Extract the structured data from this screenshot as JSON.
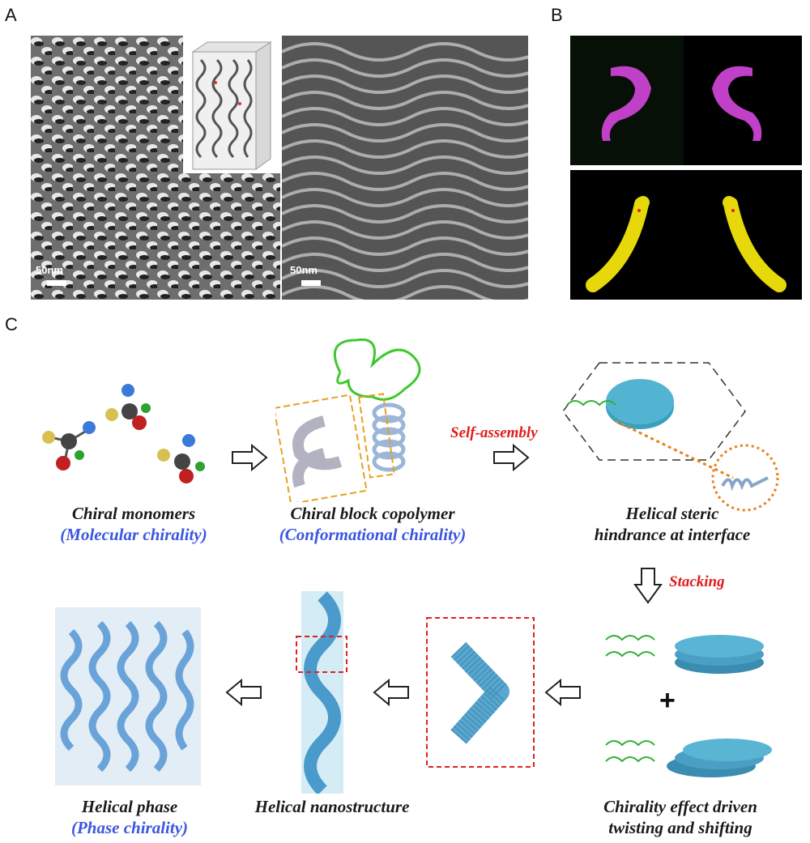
{
  "panels": {
    "a": "A",
    "b": "B",
    "c": "C"
  },
  "panel_a": {
    "scale_left": "50nm",
    "scale_right": "50nm"
  },
  "panel_c": {
    "chiral_monomers": "Chiral monomers",
    "molecular_chirality": "(Molecular chirality)",
    "block_copolymer": "Chiral block copolymer",
    "conformational_chirality": "(Conformational chirality)",
    "self_assembly": "Self-assembly",
    "steric_line1": "Helical steric",
    "steric_line2": "hindrance at interface",
    "stacking": "Stacking",
    "twist_line1": "Chirality effect driven",
    "twist_line2": "twisting and shifting",
    "nanostructure": "Helical nanostructure",
    "helical_phase": "Helical phase",
    "phase_chirality": "(Phase chirality)"
  },
  "colors": {
    "red_label": "#e01c1c",
    "blue_label": "#3a56e0",
    "helix_blue": "#6aa3d8",
    "magenta": "#c040c8",
    "yellow": "#e6d80a"
  }
}
